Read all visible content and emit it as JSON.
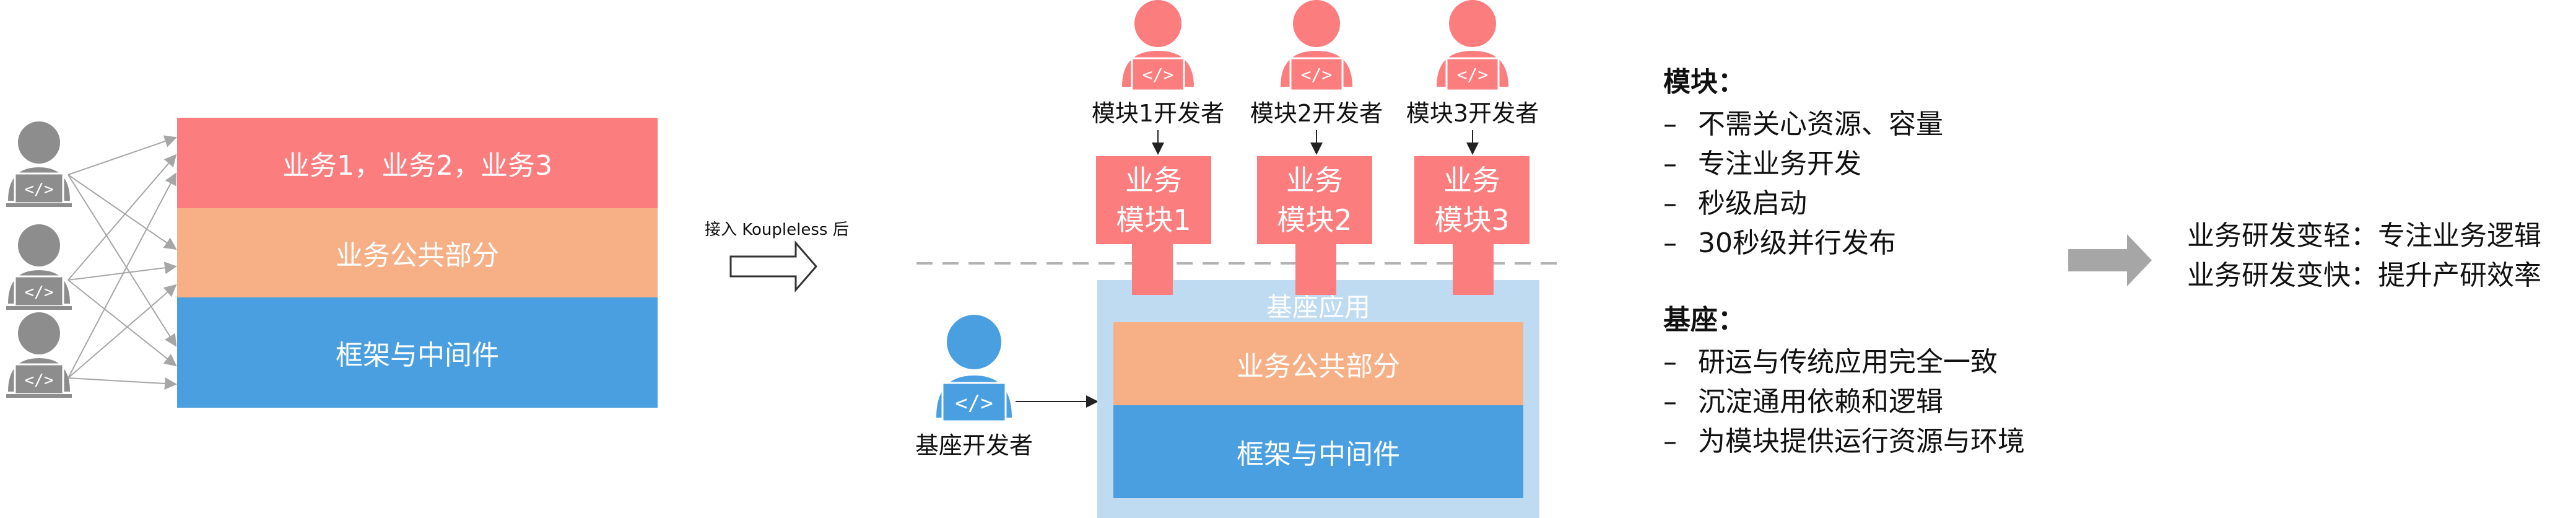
{
  "left": {
    "layers": [
      "业务1，业务2，业务3",
      "业务公共部分",
      "框架与中间件"
    ]
  },
  "transition_label": "接入 Koupleless 后",
  "right": {
    "modules": [
      {
        "developer": "模块1开发者",
        "line1": "业务",
        "line2": "模块1"
      },
      {
        "developer": "模块2开发者",
        "line1": "业务",
        "line2": "模块2"
      },
      {
        "developer": "模块3开发者",
        "line1": "业务",
        "line2": "模块3"
      }
    ],
    "base_title": "基座应用",
    "base_layers": [
      "业务公共部分",
      "框架与中间件"
    ],
    "base_developer": "基座开发者"
  },
  "notes": {
    "module_title": "模块：",
    "module_items": [
      "不需关心资源、容量",
      "专注业务开发",
      "秒级启动",
      "30秒级并行发布"
    ],
    "base_title": "基座：",
    "base_items": [
      "研运与传统应用完全一致",
      "沉淀通用依赖和逻辑",
      "为模块提供运行资源与环境"
    ],
    "dash": "–"
  },
  "summary": [
    "业务研发变轻：专注业务逻辑",
    "业务研发变快：提升产研效率"
  ],
  "icon": {
    "code_glyph": "</>"
  },
  "colors": {
    "red": "#fc7d7e",
    "orange": "#f7b086",
    "blue": "#4a9fe0",
    "base_bg": "#bfdbf1",
    "gray_dev": "#8d8d8d",
    "red_dev": "#fc7d7e",
    "blue_dev": "#4a9fe0",
    "arrow_gray": "#a6a6a6"
  }
}
